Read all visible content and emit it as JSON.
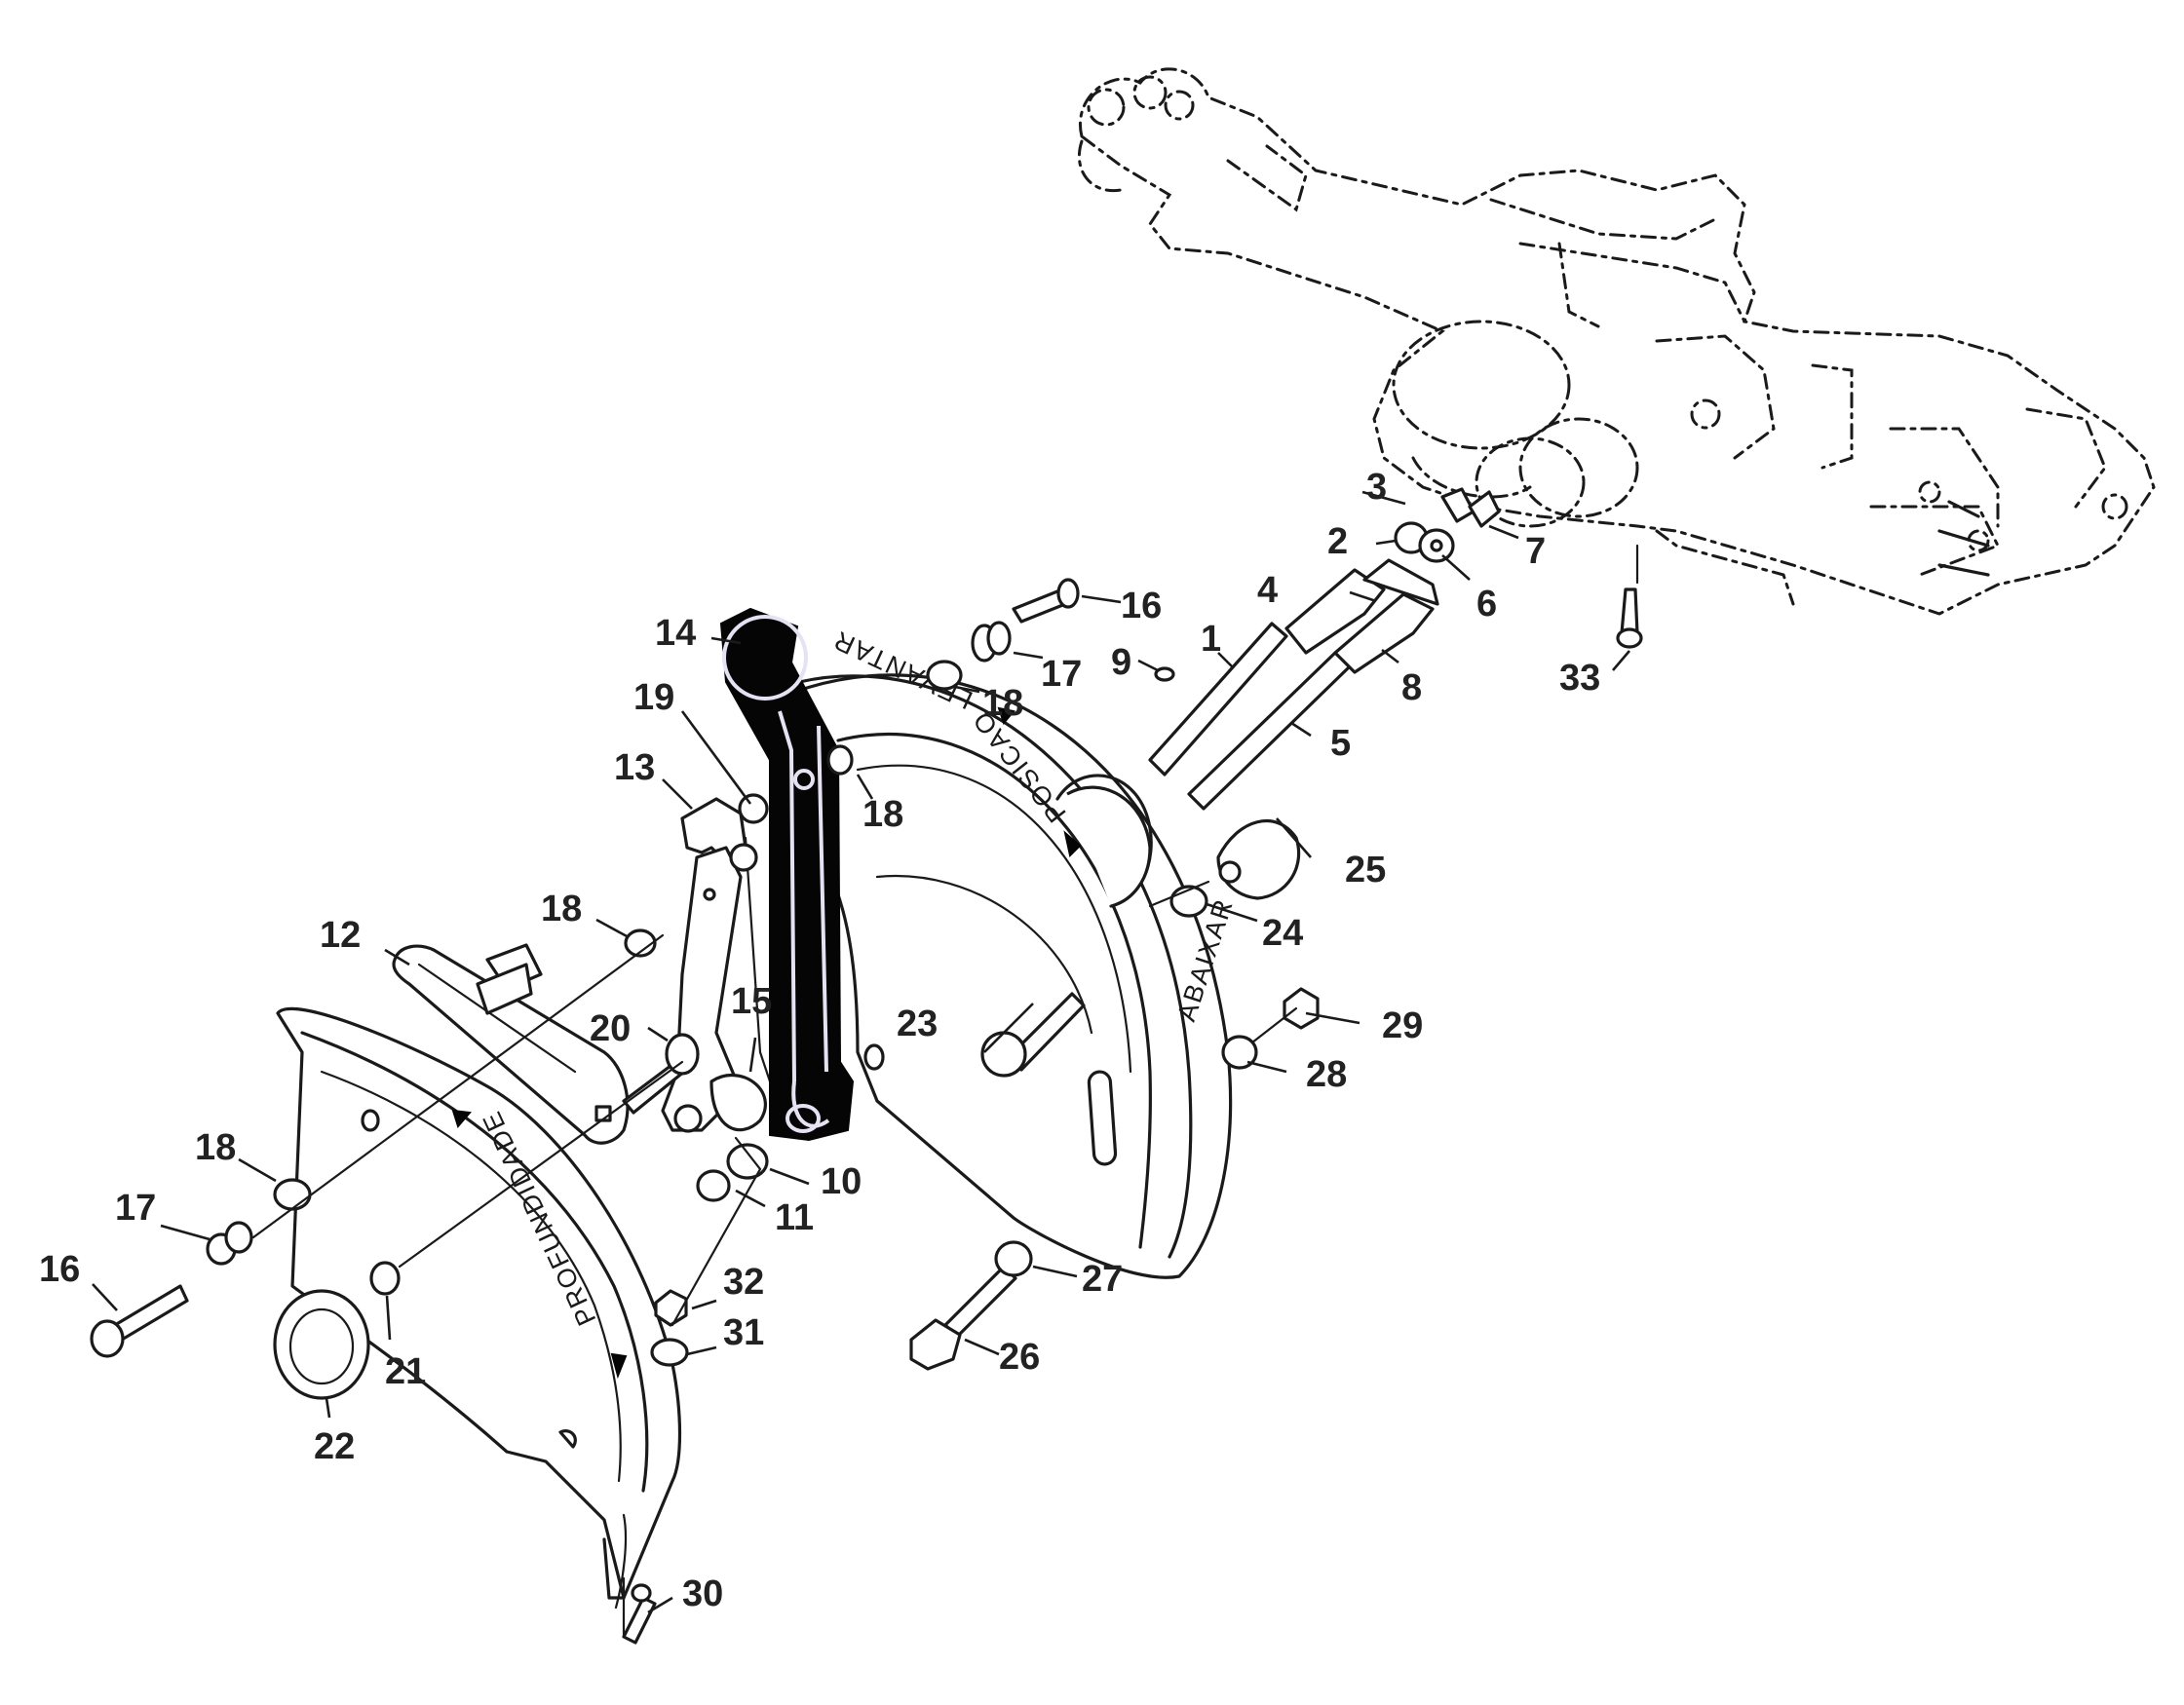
{
  "diagram": {
    "type": "exploded-parts-view",
    "dial_markings": {
      "raise": "LEVANTAR",
      "position": "POSICAO",
      "lower": "ABAIXAR",
      "depth": "PROFUNDIDADE"
    },
    "part_labels": [
      {
        "id": "l1",
        "text": "1"
      },
      {
        "id": "l2",
        "text": "2"
      },
      {
        "id": "l3",
        "text": "3"
      },
      {
        "id": "l4",
        "text": "4"
      },
      {
        "id": "l5",
        "text": "5"
      },
      {
        "id": "l6",
        "text": "6"
      },
      {
        "id": "l7",
        "text": "7"
      },
      {
        "id": "l8",
        "text": "8"
      },
      {
        "id": "l9",
        "text": "9"
      },
      {
        "id": "l10",
        "text": "10"
      },
      {
        "id": "l11",
        "text": "11"
      },
      {
        "id": "l12",
        "text": "12"
      },
      {
        "id": "l13",
        "text": "13"
      },
      {
        "id": "l14",
        "text": "14"
      },
      {
        "id": "l15",
        "text": "15"
      },
      {
        "id": "l16a",
        "text": "16"
      },
      {
        "id": "l16b",
        "text": "16"
      },
      {
        "id": "l17a",
        "text": "17"
      },
      {
        "id": "l17b",
        "text": "17"
      },
      {
        "id": "l18a",
        "text": "18"
      },
      {
        "id": "l18b",
        "text": "18"
      },
      {
        "id": "l18c",
        "text": "18"
      },
      {
        "id": "l18d",
        "text": "18"
      },
      {
        "id": "l19",
        "text": "19"
      },
      {
        "id": "l20",
        "text": "20"
      },
      {
        "id": "l21",
        "text": "21"
      },
      {
        "id": "l22",
        "text": "22"
      },
      {
        "id": "l23",
        "text": "23"
      },
      {
        "id": "l24",
        "text": "24"
      },
      {
        "id": "l25",
        "text": "25"
      },
      {
        "id": "l26",
        "text": "26"
      },
      {
        "id": "l27",
        "text": "27"
      },
      {
        "id": "l28",
        "text": "28"
      },
      {
        "id": "l29",
        "text": "29"
      },
      {
        "id": "l30",
        "text": "30"
      },
      {
        "id": "l31",
        "text": "31"
      },
      {
        "id": "l32",
        "text": "32"
      },
      {
        "id": "l33",
        "text": "33"
      }
    ],
    "colors": {
      "ink": "#1a1a1a",
      "paper": "#ffffff",
      "highlight": "#e6e2f3"
    }
  }
}
